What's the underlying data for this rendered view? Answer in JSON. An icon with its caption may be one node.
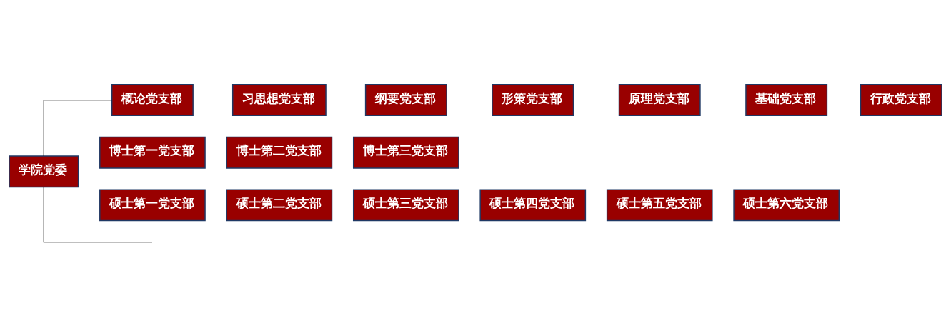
{
  "diagram": {
    "nodes": [
      {
        "text": [
          "学院党委"
        ]
      },
      {
        "text": [
          "概论党支部"
        ]
      },
      {
        "text": [
          "习思想党支部"
        ]
      },
      {
        "text": [
          "纲要党支部"
        ]
      },
      {
        "text": [
          "形策党支部"
        ]
      },
      {
        "text": [
          "原理党支部"
        ]
      },
      {
        "text": [
          "基础党支部"
        ]
      },
      {
        "text": [
          "行政党支部"
        ]
      },
      {
        "text": [
          "博士第一党支部"
        ]
      },
      {
        "text": [
          "博士第二党支部"
        ]
      },
      {
        "text": [
          "博士第三党支部"
        ]
      },
      {
        "text": [
          "硕士第一党支部"
        ]
      },
      {
        "text": [
          "硕士第二党支部"
        ]
      },
      {
        "text": [
          "硕士第三党支部"
        ]
      },
      {
        "text": [
          "硕士第四党支部"
        ]
      },
      {
        "text": [
          "硕士第五党支部"
        ]
      },
      {
        "text": [
          "硕士第六党支部"
        ]
      }
    ],
    "edges": [
      {
        "from": 0,
        "to": 1,
        "arrow": "none"
      },
      {
        "from": 0,
        "to": null,
        "arrow": "none"
      }
    ]
  }
}
